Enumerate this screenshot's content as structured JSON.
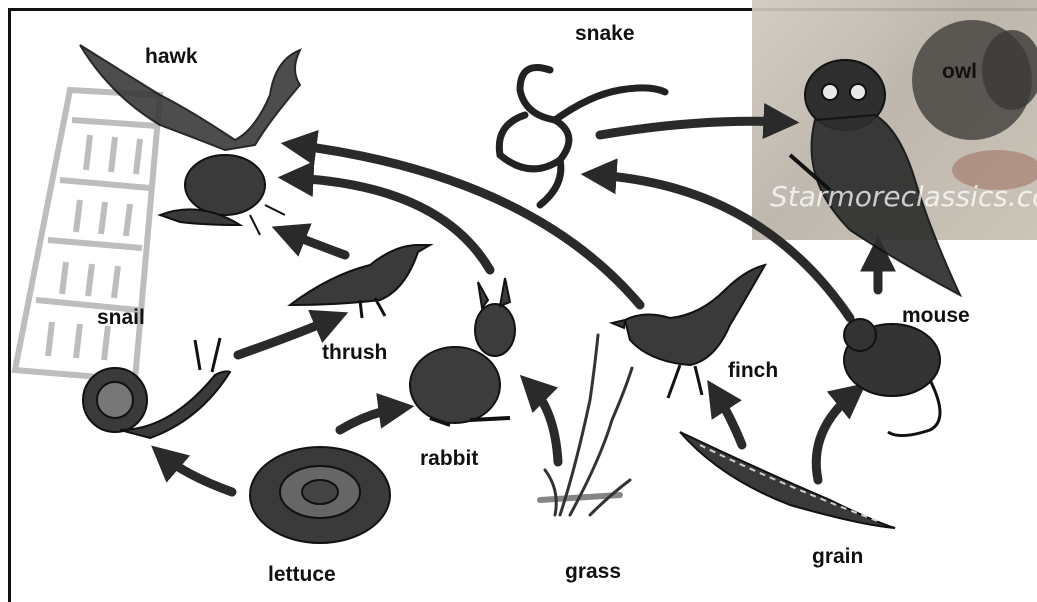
{
  "organisms": {
    "hawk": "hawk",
    "snake": "snake",
    "owl": "owl",
    "snail": "snail",
    "thrush": "thrush",
    "rabbit": "rabbit",
    "finch": "finch",
    "mouse": "mouse",
    "lettuce": "lettuce",
    "grass": "grass",
    "grain": "grain"
  },
  "watermark": "Starmoreclassics.co",
  "colors": {
    "ink": "#111111",
    "arrow": "#2a2a2a",
    "tower": "#bdbdbd"
  }
}
